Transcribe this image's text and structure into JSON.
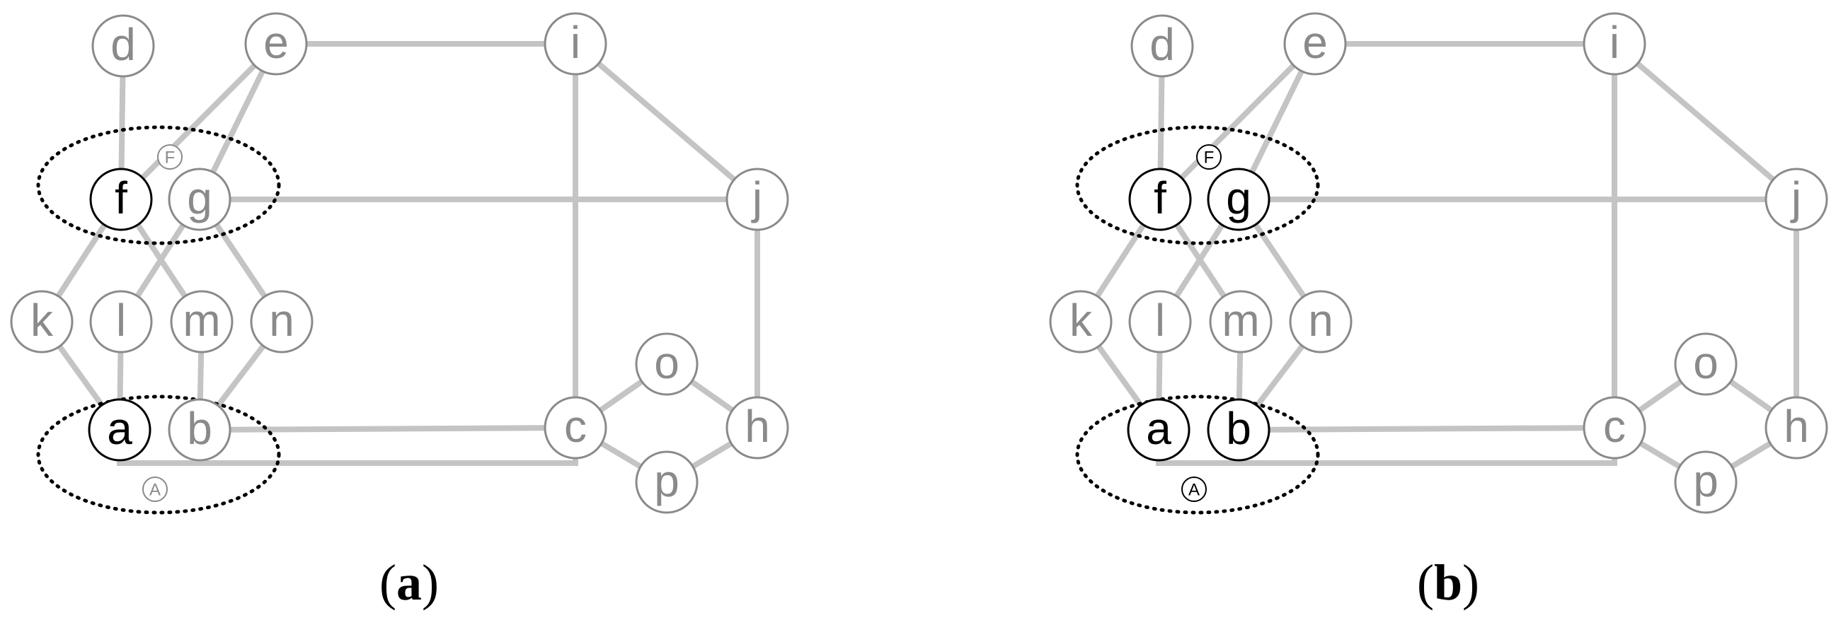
{
  "colors": {
    "inactive": "#8a8a8a",
    "active": "#000000",
    "edge": "#c4c4c4"
  },
  "panels": [
    {
      "caption_open": "(",
      "caption_letter": "a",
      "caption_close": ")",
      "active_nodes": [
        "f",
        "a"
      ],
      "active_groups": []
    },
    {
      "caption_open": "(",
      "caption_letter": "b",
      "caption_close": ")",
      "active_nodes": [
        "f",
        "g",
        "a",
        "b"
      ],
      "active_groups": [
        "F",
        "A"
      ]
    }
  ],
  "nodes": [
    "d",
    "e",
    "i",
    "f",
    "g",
    "j",
    "k",
    "l",
    "m",
    "n",
    "o",
    "a",
    "b",
    "c",
    "h",
    "p"
  ],
  "edges": [
    [
      "d",
      "f"
    ],
    [
      "e",
      "i"
    ],
    [
      "i",
      "j"
    ],
    [
      "i",
      "c"
    ],
    [
      "e",
      "f"
    ],
    [
      "e",
      "g"
    ],
    [
      "g",
      "j"
    ],
    [
      "j",
      "h"
    ],
    [
      "f",
      "k"
    ],
    [
      "f",
      "m"
    ],
    [
      "g",
      "l"
    ],
    [
      "g",
      "n"
    ],
    [
      "k",
      "a"
    ],
    [
      "l",
      "a"
    ],
    [
      "m",
      "b"
    ],
    [
      "n",
      "b"
    ],
    [
      "b",
      "c"
    ],
    [
      "a",
      "c"
    ],
    [
      "c",
      "o"
    ],
    [
      "c",
      "p"
    ],
    [
      "o",
      "h"
    ],
    [
      "p",
      "h"
    ]
  ],
  "groups": [
    {
      "id": "F",
      "label": "F",
      "members": [
        "f",
        "g"
      ]
    },
    {
      "id": "A",
      "label": "A",
      "members": [
        "a",
        "b"
      ]
    }
  ]
}
